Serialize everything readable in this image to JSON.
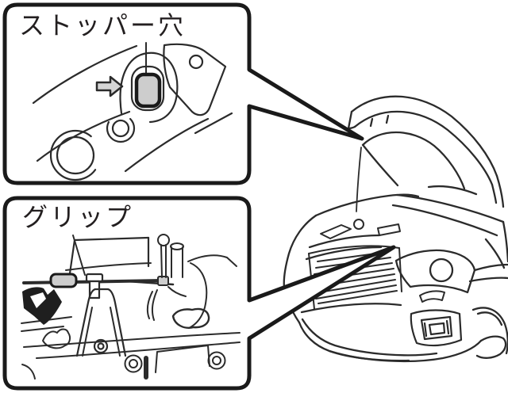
{
  "figure": {
    "kind": "owners-manual-hood-support-diagram",
    "colors": {
      "background": "#ffffff",
      "line": "#2b2b2b",
      "bubble_border": "#1a1a1a",
      "highlight_fill": "#cdcdcd",
      "arrow_gray_fill": "#d6d6d6",
      "arrow_black_fill": "#1f1f1f"
    },
    "callouts": [
      {
        "id": "stopper-hole",
        "label": "ストッパー穴"
      },
      {
        "id": "grip",
        "label": "グリップ"
      }
    ],
    "icons": [
      {
        "name": "right-arrow-icon",
        "meaning": "points to stopper hole"
      },
      {
        "name": "black-pull-arrow-icon",
        "meaning": "points to grip on support rod"
      }
    ]
  }
}
